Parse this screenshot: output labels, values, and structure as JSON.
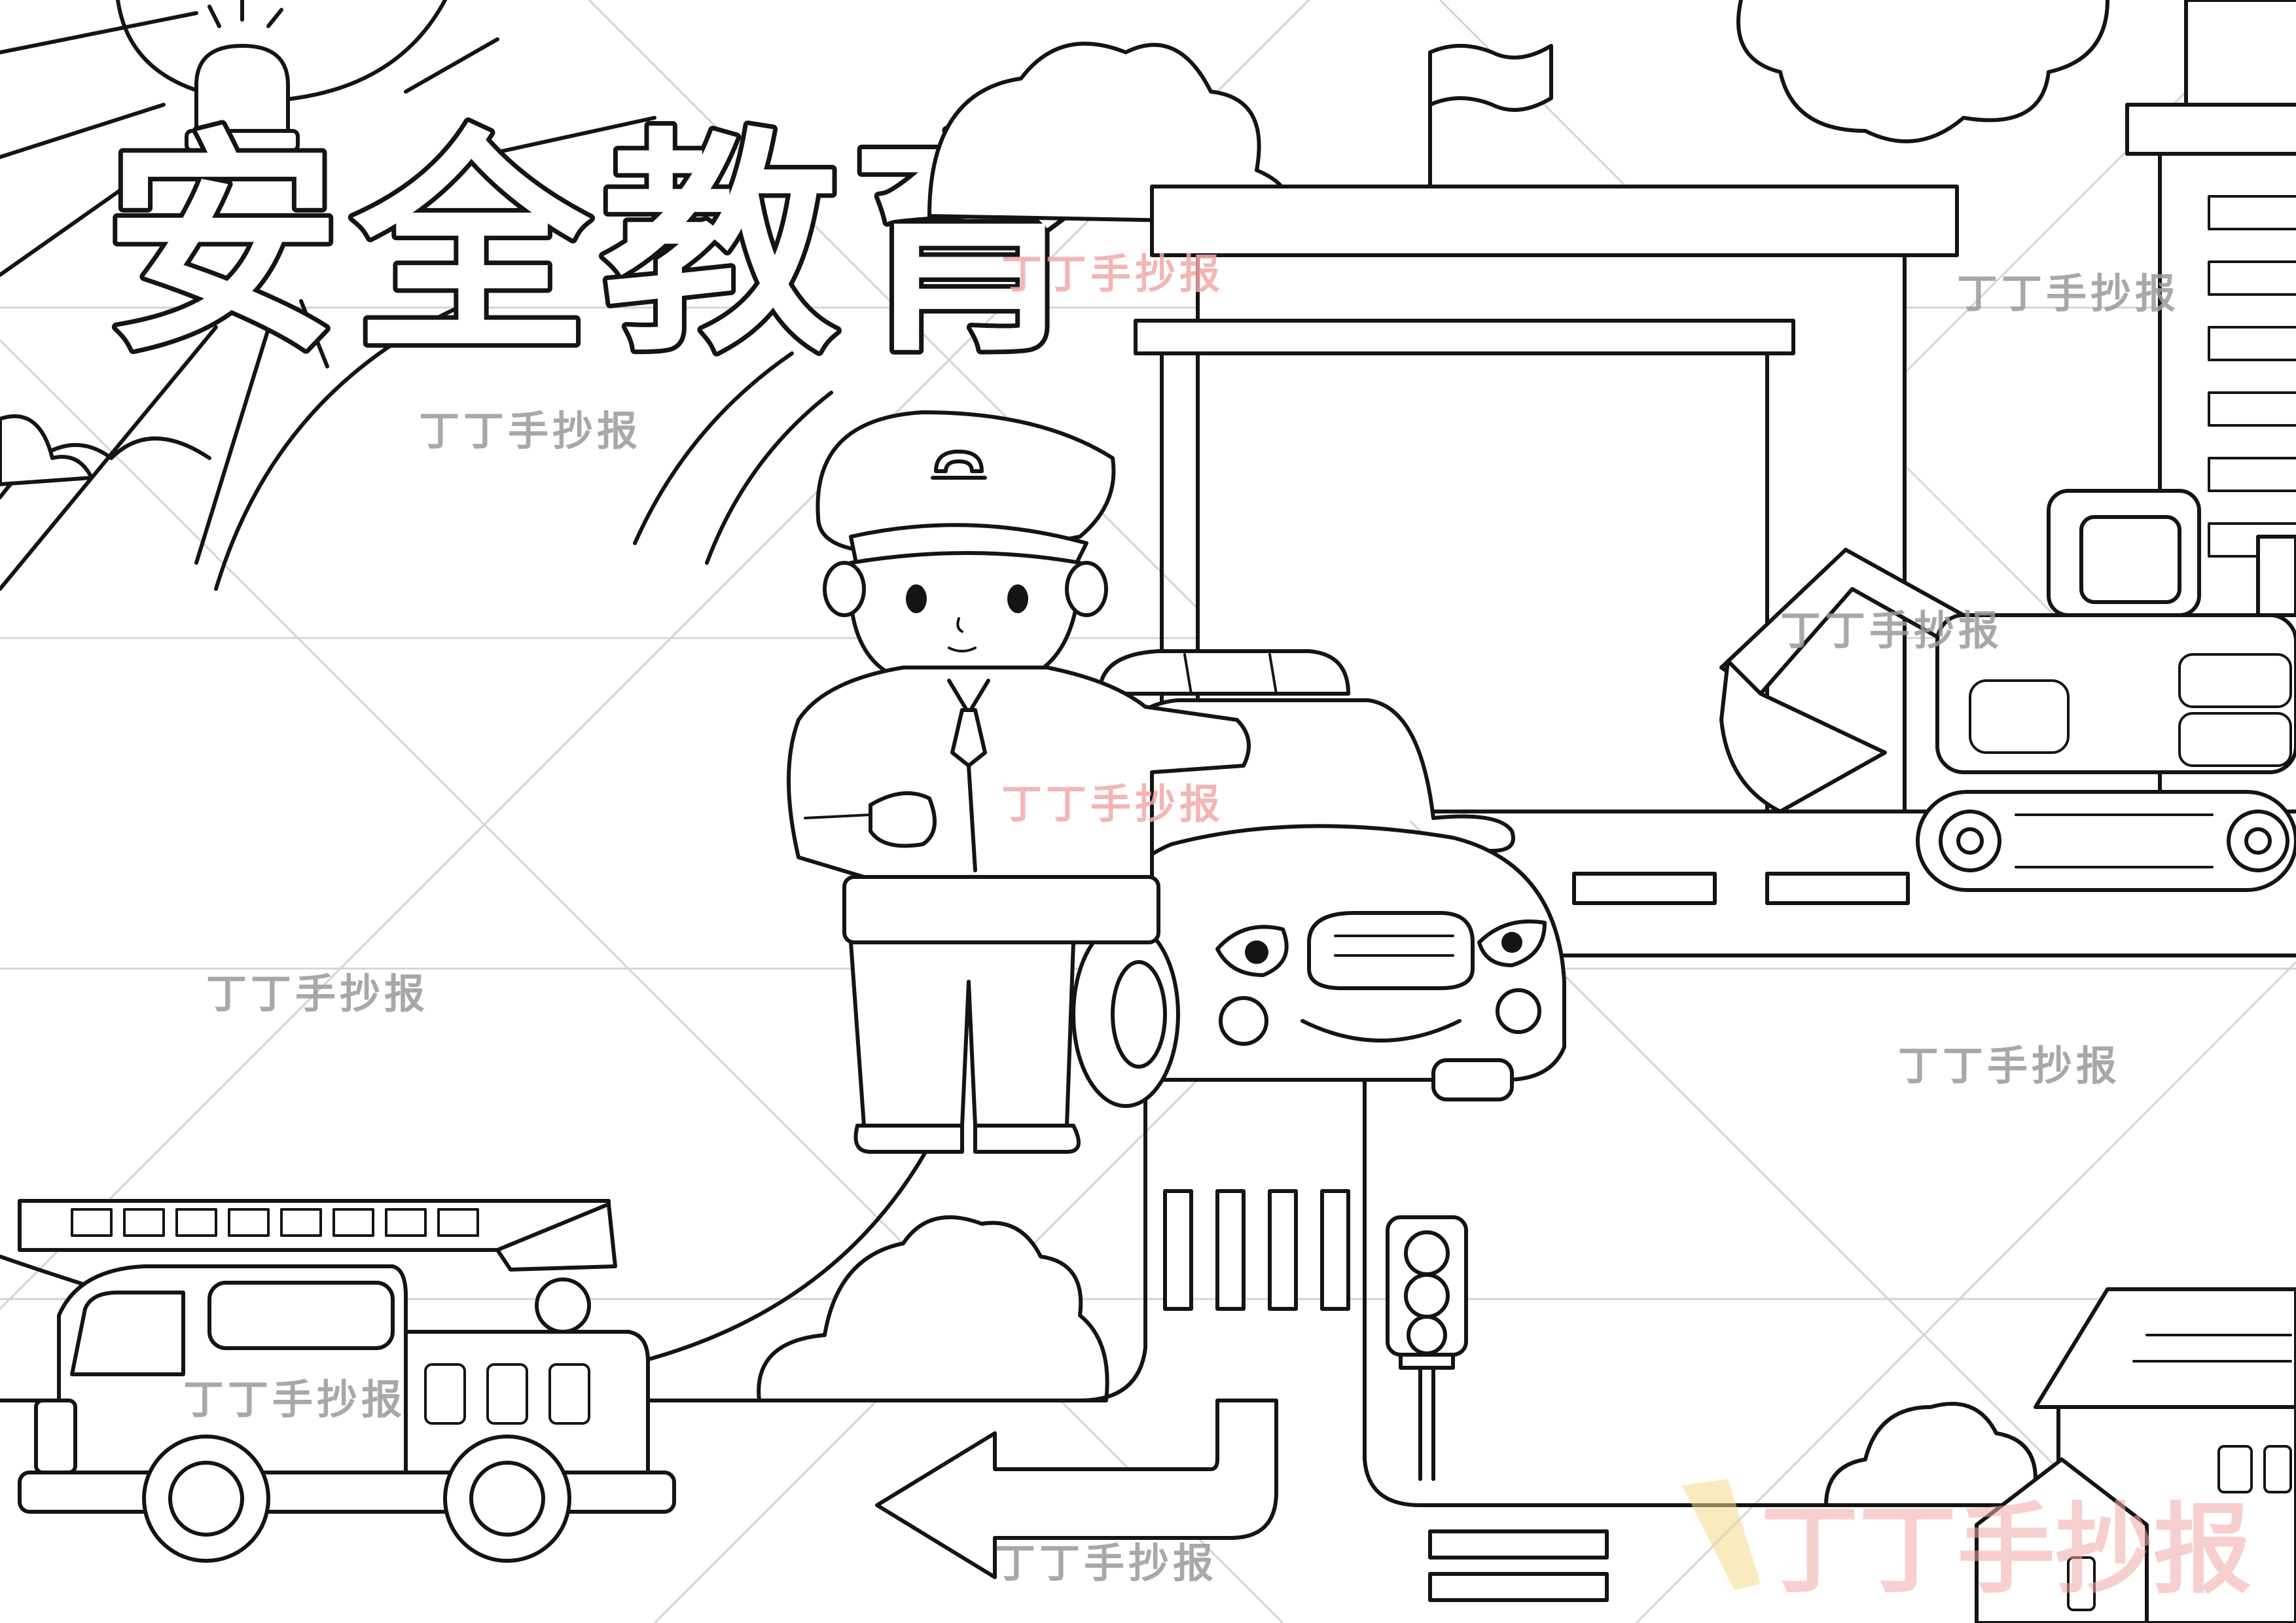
{
  "poster": {
    "title": "安全教育",
    "watermark_text": "丁丁手抄报",
    "watermark_logo_text": "丁丁手抄报",
    "police_cap_emblem": "police-cap-emblem-icon"
  },
  "colors": {
    "line": "#141414",
    "grid": "#d4d4d4",
    "watermark": "#9a9a9a",
    "logo_red": "#f2a9a9",
    "logo_yellow": "#f6d98a",
    "logo_blue": "#a9c4f0"
  }
}
